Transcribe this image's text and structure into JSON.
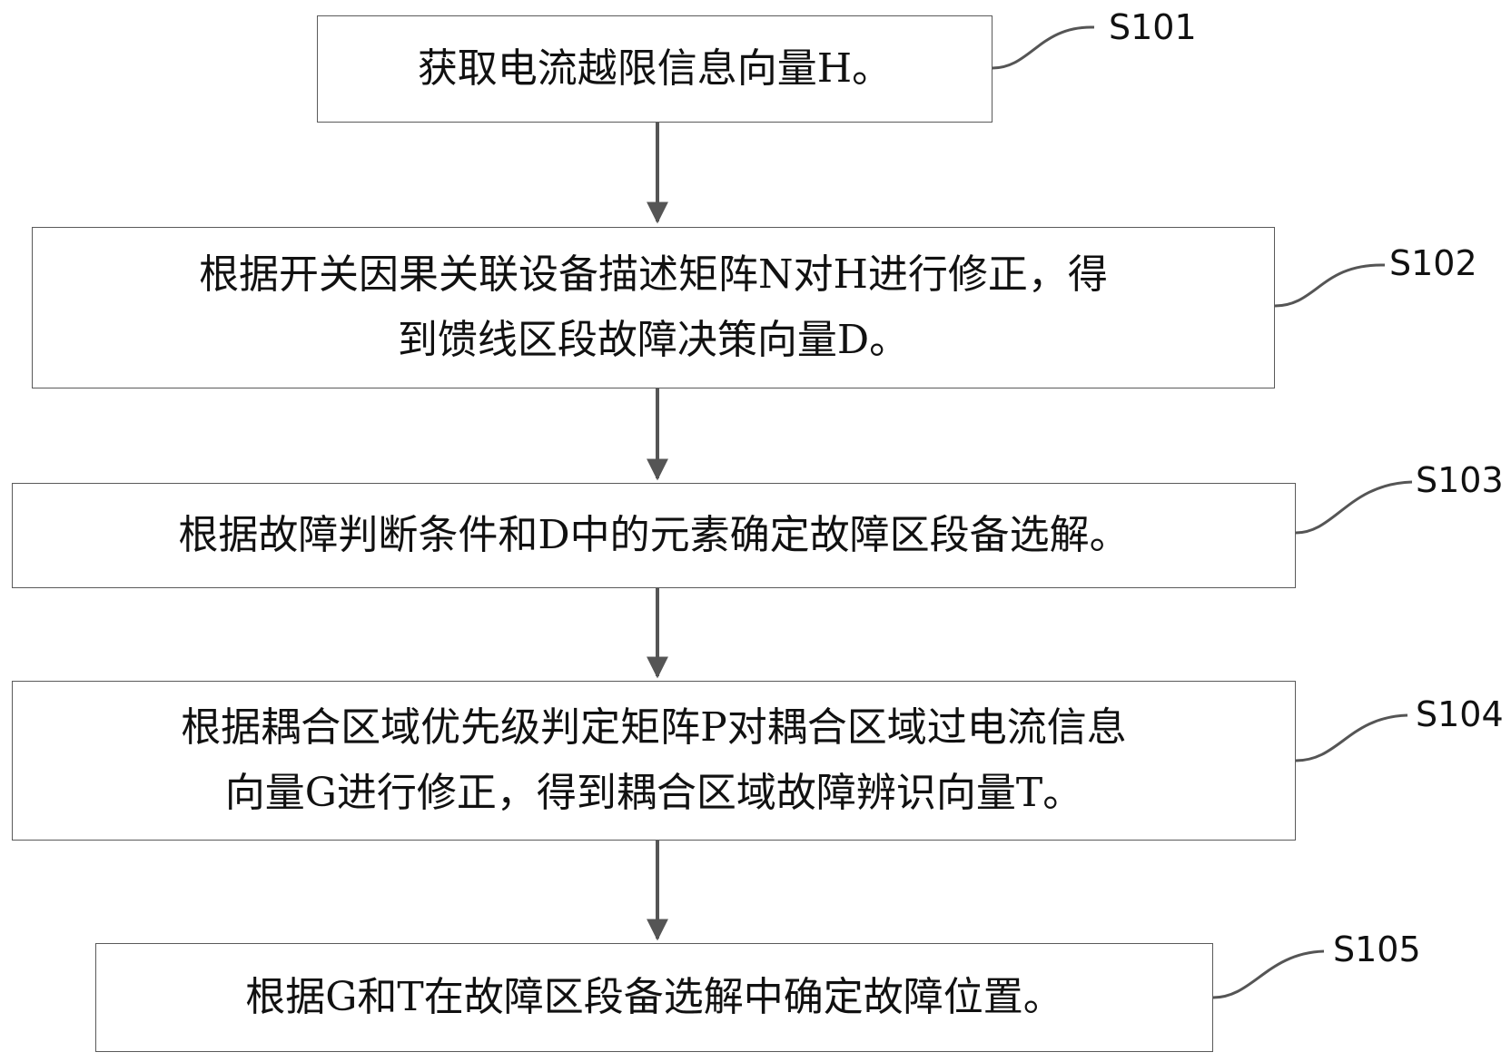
{
  "flowchart": {
    "steps": [
      {
        "id": "S101",
        "label": "S101",
        "text": "获取电流越限信息向量H。"
      },
      {
        "id": "S102",
        "label": "S102",
        "text": "根据开关因果关联设备描述矩阵N对H进行修正，得\n到馈线区段故障决策向量D。"
      },
      {
        "id": "S103",
        "label": "S103",
        "text": "根据故障判断条件和D中的元素确定故障区段备选解。"
      },
      {
        "id": "S104",
        "label": "S104",
        "text": "根据耦合区域优先级判定矩阵P对耦合区域过电流信息\n向量G进行修正，得到耦合区域故障辨识向量T。"
      },
      {
        "id": "S105",
        "label": "S105",
        "text": "根据G和T在故障区段备选解中确定故障位置。"
      }
    ],
    "line_color": "#555555"
  }
}
